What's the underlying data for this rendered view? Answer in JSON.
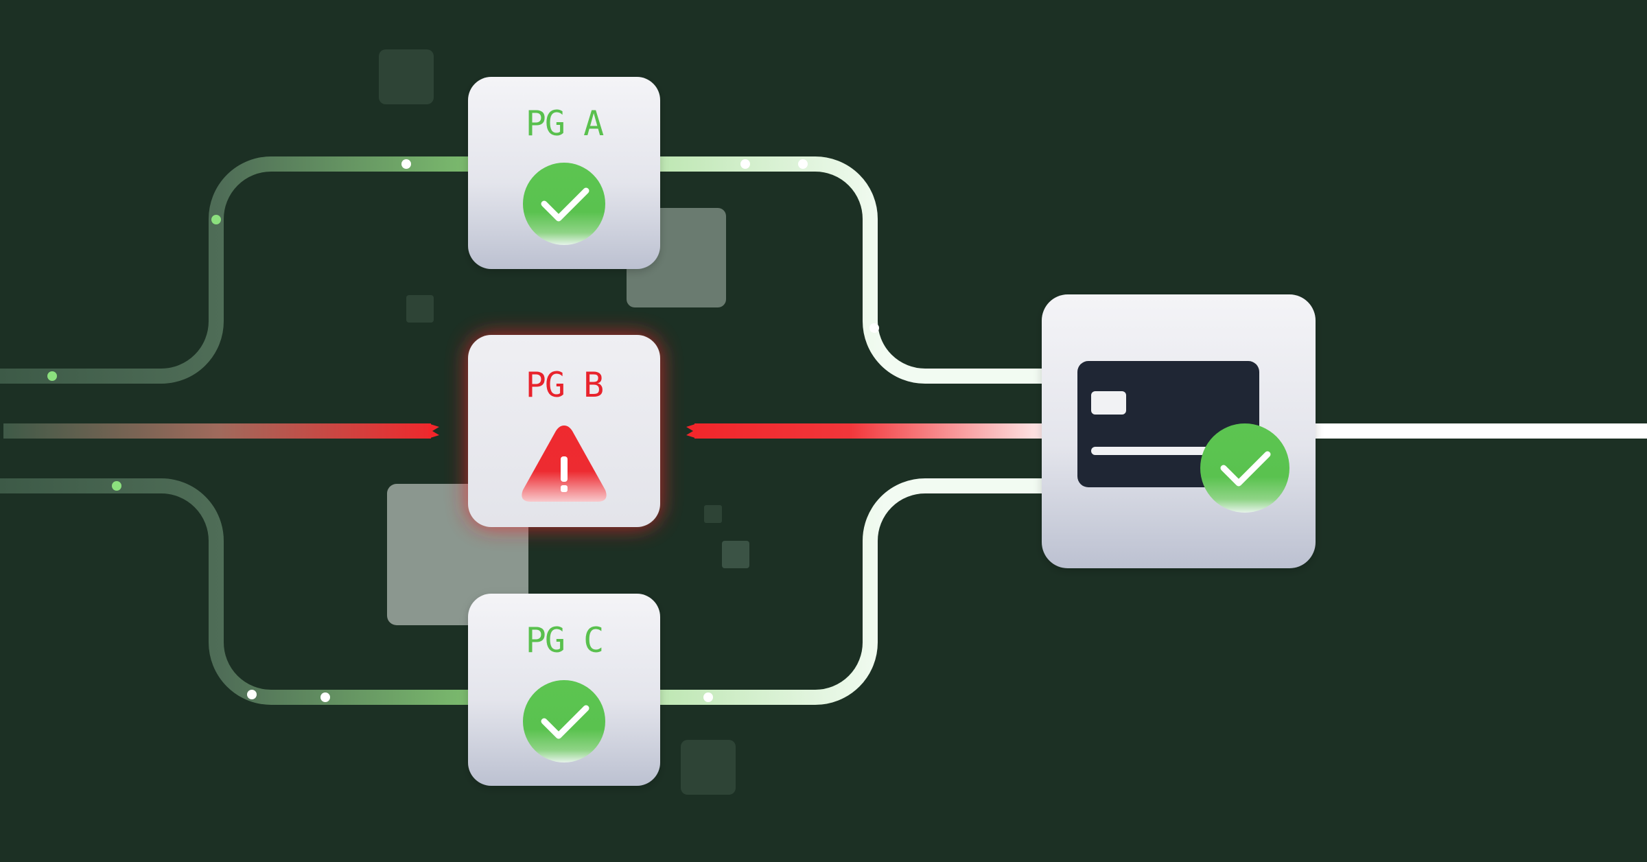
{
  "gateways": [
    {
      "id": "a",
      "label": "PG A",
      "status": "success",
      "status_icon": "check-icon"
    },
    {
      "id": "b",
      "label": "PG B",
      "status": "error",
      "status_icon": "warning-icon",
      "alert_glyph": "!"
    },
    {
      "id": "c",
      "label": "PG C",
      "status": "success",
      "status_icon": "check-icon"
    }
  ],
  "destination": {
    "icon": "credit-card-icon",
    "status": "success",
    "status_icon": "check-icon"
  },
  "colors": {
    "background": "#1c3024",
    "success": "#5fc452",
    "success_text": "#59c04d",
    "error": "#f0242b",
    "error_text": "#e8232c",
    "path_default": "#ffffff",
    "card": "#1f2634",
    "node_top": "#f3f3f6",
    "node_bottom": "#bec3d3"
  }
}
